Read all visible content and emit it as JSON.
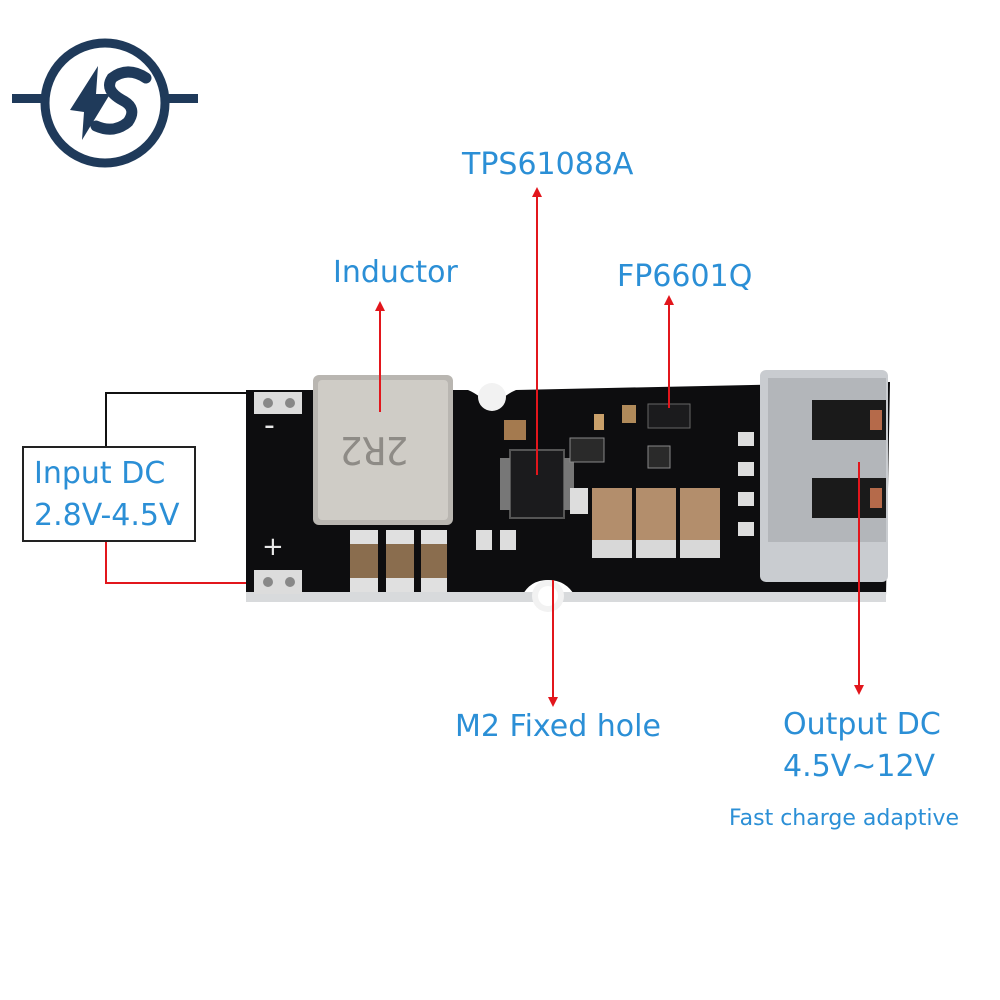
{
  "logo": {
    "name": "brand-logo",
    "ring_color": "#1f3a5a"
  },
  "labels": {
    "tps": "TPS61088A",
    "inductor": "Inductor",
    "fp": "FP6601Q",
    "m2": "M2 Fixed hole",
    "output_line1": "Output DC",
    "output_line2": "4.5V~12V",
    "fast_charge": "Fast charge adaptive"
  },
  "input_box": {
    "line1": "Input DC",
    "line2": "2.8V-4.5V"
  },
  "board": {
    "inductor_marking": "2R2",
    "polarity_minus": "-",
    "polarity_plus": "+"
  },
  "colors": {
    "label_blue": "#2b8fd6",
    "arrow_red": "#e2161c",
    "pcb_black": "#0d0d0f",
    "usb_metal": "#c9ccd0"
  }
}
